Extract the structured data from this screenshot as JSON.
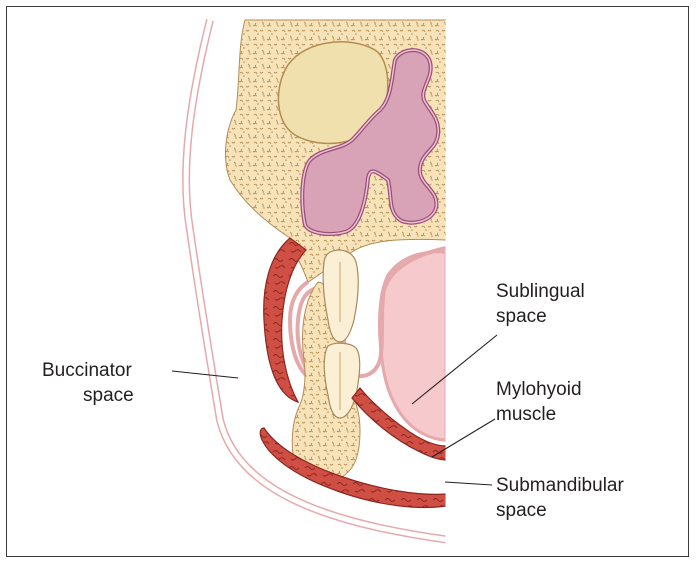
{
  "labels": {
    "buccinator": [
      "Buccinator",
      "space"
    ],
    "sublingual": [
      "Sublingual",
      "space"
    ],
    "mylohyoid": [
      "Mylohyoid",
      "muscle"
    ],
    "submandibular": [
      "Submandibular",
      "space"
    ]
  },
  "colors": {
    "bone": "#f6e3b9",
    "bone_speckle": "#b48c52",
    "sinus": "#efe0ad",
    "mucosa": "#d8a3b6",
    "mucosa_outline": "#9c4d79",
    "muscle": "#d04f45",
    "muscle_outline": "#8d2620",
    "tongue": "#f6c9cc",
    "skin_line": "#e6a9ab",
    "tooth": "#fbf0d6",
    "leader": "#231f20"
  }
}
